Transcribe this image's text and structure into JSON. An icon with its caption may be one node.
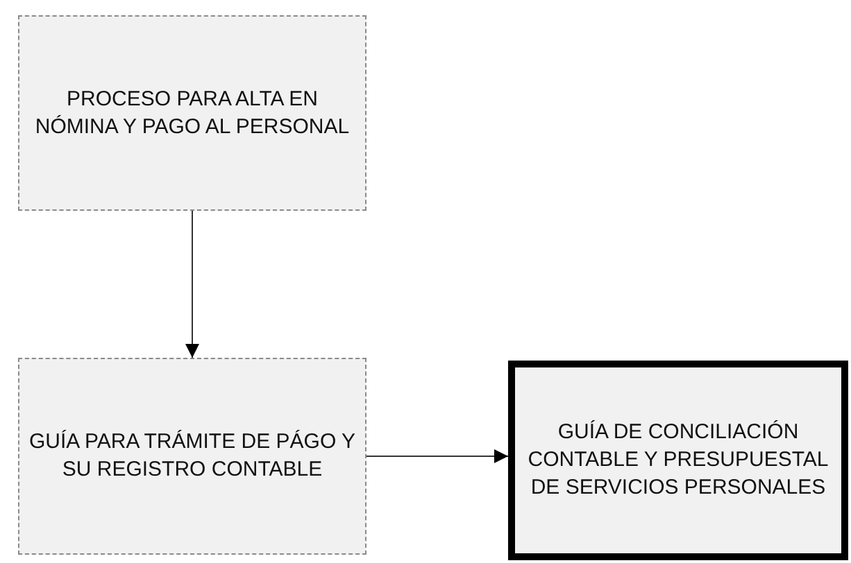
{
  "diagram": {
    "nodes": [
      {
        "text": [
          "PROCESO PARA ALTA EN NÓMINA Y PAGO AL PERSONAL"
        ]
      },
      {
        "text": [
          "GUÍA PARA TRÁMITE DE PÁGO Y SU REGISTRO CONTABLE"
        ]
      },
      {
        "text": [
          "GUÍA DE CONCILIACIÓN CONTABLE Y PRESUPUESTAL DE SERVICIOS PERSONALES"
        ]
      }
    ],
    "edges": [
      {
        "from": 0,
        "to": 1,
        "arrow": "to"
      },
      {
        "from": 1,
        "to": 2,
        "arrow": "to"
      }
    ]
  }
}
